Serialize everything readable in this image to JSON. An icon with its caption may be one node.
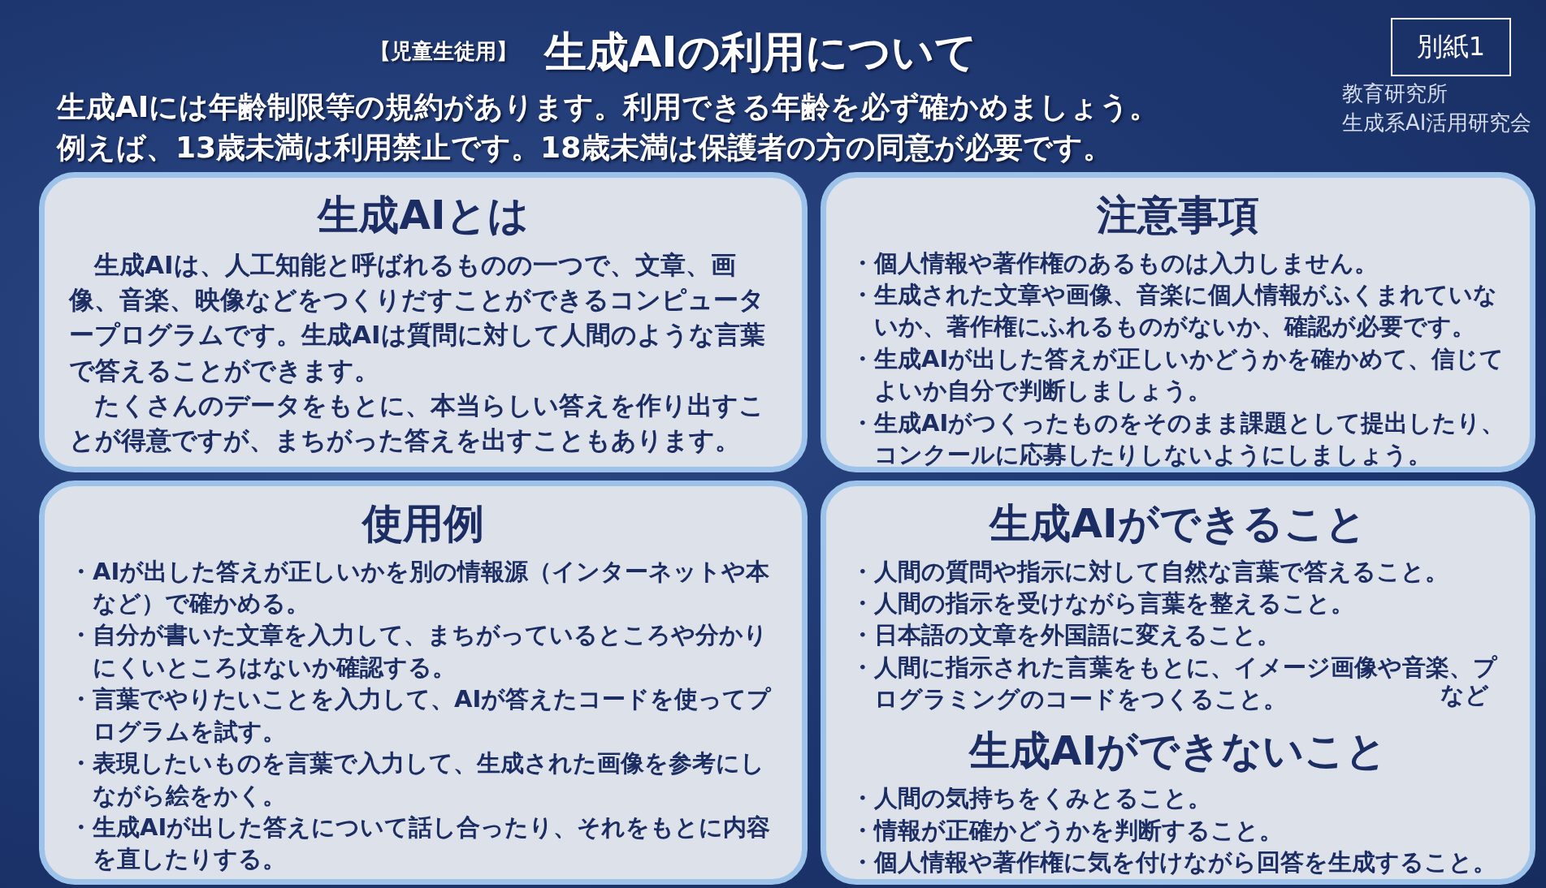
{
  "diagram": {
    "title": "生成AIの利用について",
    "nodes": [
      {
        "text": [
          "別紙1"
        ]
      },
      {
        "text": [
          "生成AIとは",
          "生成AIは、人工知能と呼ばれるものの一つで、文章、画像、音楽、映像などをつくりだすことができるコンピュータープログラムです。生成AIは質問に対して人間のような言葉で答えることができます。",
          "たくさんのデータをもとに、本当らしい答えを作り出すことが得意ですが、まちがった答えを出すこともあります。"
        ]
      },
      {
        "text": [
          "注意事項",
          "・個人情報や著作権のあるものは入力しません。",
          "・生成された文章や画像、音楽に個人情報がふくまれていないか、著作権にふれるものがないか、確認が必要です。",
          "・生成AIが出した答えが正しいかどうかを確かめて、信じてよいか自分で判断しましょう。",
          "・生成AIがつくったものをそのまま課題として提出したり、コンクールに応募したりしないようにしましょう。"
        ]
      },
      {
        "text": [
          "使用例",
          "・AIが出した答えが正しいかを別の情報源（インターネットや本など）で確かめる。",
          "・自分が書いた文章を入力して、まちがっているところや分かりにくいところはないか確認する。",
          "・言葉でやりたいことを入力して、AIが答えたコードを使ってプログラムを試す。",
          "・表現したいものを言葉で入力して、生成された画像を参考にしながら絵をかく。",
          "・生成AIが出した答えについて話し合ったり、それをもとに内容を直したりする。"
        ]
      },
      {
        "text": [
          "生成AIができること",
          "・人間の質問や指示に対して自然な言葉で答えること。",
          "・人間の指示を受けながら言葉を整えること。",
          "・日本語の文章を外国語に変えること。",
          "・人間に指示された言葉をもとに、イメージ画像や音楽、プログラミングのコードをつくること。",
          "など",
          "生成AIができないこと",
          "・人間の気持ちをくみとること。",
          "・情報が正確かどうかを判断すること。",
          "・個人情報や著作権に気を付けながら回答を生成すること。"
        ]
      }
    ],
    "labels": [
      "【児童生徒用】",
      "生成AIには年齢制限等の規約があります。利用できる年齢を必ず確かめましょう。",
      "例えば、13歳未満は利用禁止です。18歳未満は保護者の方の同意が必要です。",
      "教育研究所",
      "生成系AI活用研究会"
    ]
  }
}
